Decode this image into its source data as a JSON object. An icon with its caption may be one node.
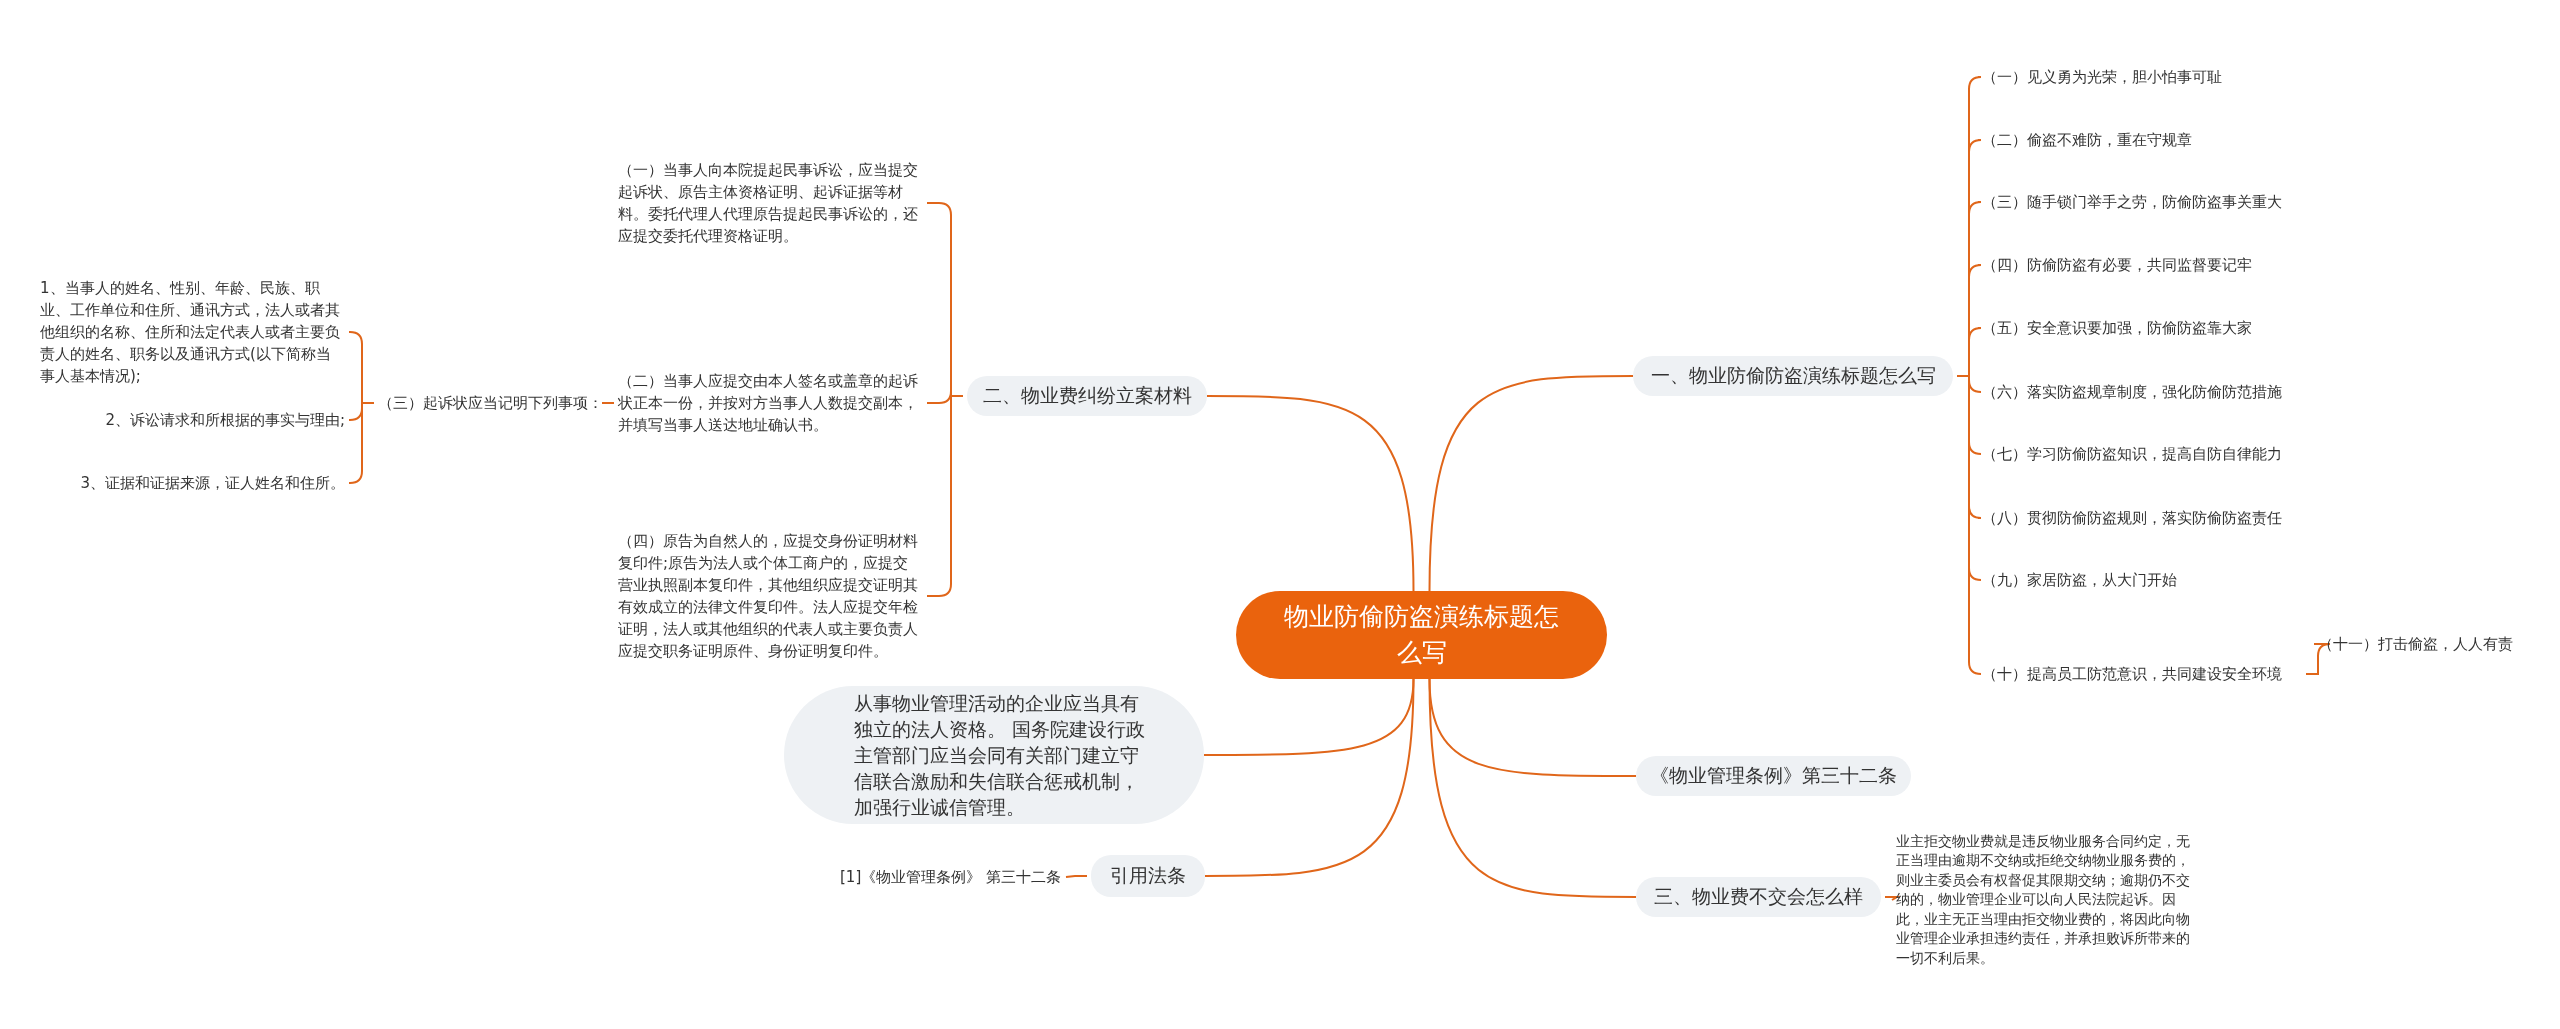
{
  "diagram": {
    "nodes": [
      {
        "text": [
          "物业防偷防盗演练标题怎么写"
        ]
      },
      {
        "text": [
          "一、物业防偷防盗演练标题怎么写"
        ]
      },
      {
        "text": [
          "（一）见义勇为光荣，胆小怕事可耻"
        ]
      },
      {
        "text": [
          "（二）偷盗不难防，重在守规章"
        ]
      },
      {
        "text": [
          "（三）随手锁门举手之劳，防偷防盗事关重大"
        ]
      },
      {
        "text": [
          "（四）防偷防盗有必要，共同监督要记牢"
        ]
      },
      {
        "text": [
          "（五）安全意识要加强，防偷防盗靠大家"
        ]
      },
      {
        "text": [
          "（六）落实防盗规章制度，强化防偷防范措施"
        ]
      },
      {
        "text": [
          "（七）学习防偷防盗知识，提高自防自律能力"
        ]
      },
      {
        "text": [
          "（八）贯彻防偷防盗规则，落实防偷防盗责任"
        ]
      },
      {
        "text": [
          "（九）家居防盗，从大门开始"
        ]
      },
      {
        "text": [
          "（十）提高员工防范意识，共同建设安全环境"
        ]
      },
      {
        "text": [
          "（十一）打击偷盗，人人有责"
        ]
      },
      {
        "text": [
          "《物业管理条例》第三十二条"
        ]
      },
      {
        "text": [
          "三、物业费不交会怎么样"
        ]
      },
      {
        "text": [
          "业主拒交物业费就是违反物业服务合同约定，无正当理由逾期不交纳或拒绝交纳物业服务费的，则业主委员会有权督促其限期交纳；逾期仍不交纳的，物业管理企业可以向人民法院起诉。因此，业主无正当理由拒交物业费的，将因此向物业管理企业承担违约责任，并承担败诉所带来的一切不利后果。"
        ]
      },
      {
        "text": [
          "二、物业费纠纷立案材料"
        ]
      },
      {
        "text": [
          "（一）当事人向本院提起民事诉讼，应当提交起诉状、原告主体资格证明、起诉证据等材料。委托代理人代理原告提起民事诉讼的，还应提交委托代理资格证明。"
        ]
      },
      {
        "text": [
          "（二）当事人应提交由本人签名或盖章的起诉状正本一份，并按对方当事人人数提交副本，并填写当事人送达地址确认书。"
        ]
      },
      {
        "text": [
          "（四）原告为自然人的，应提交身份证明材料复印件;原告为法人或个体工商户的，应提交营业执照副本复印件，其他组织应提交证明其有效成立的法律文件复印件。法人应提交年检证明，法人或其他组织的代表人或主要负责人应提交职务证明原件、身份证明复印件。"
        ]
      },
      {
        "text": [
          "（三）起诉状应当记明下列事项："
        ]
      },
      {
        "text": [
          "1、当事人的姓名、性别、年龄、民族、职业、工作单位和住所、通讯方式，法人或者其他组织的名称、住所和法定代表人或者主要负责人的姓名、职务以及通讯方式(以下简称当事人基本情况);"
        ]
      },
      {
        "text": [
          "2、诉讼请求和所根据的事实与理由;"
        ]
      },
      {
        "text": [
          "3、证据和证据来源，证人姓名和住所。"
        ]
      },
      {
        "text": [
          "从事物业管理活动的企业应当具有独立的法人资格。 国务院建设行政主管部门应当会同有关部门建立守信联合激励和失信联合惩戒机制，加强行业诚信管理。"
        ]
      },
      {
        "text": [
          "引用法条"
        ]
      },
      {
        "text": [
          "[1]《物业管理条例》 第三十二条"
        ]
      }
    ],
    "edges": [
      {
        "from": 0,
        "to": 1,
        "arrow": "none"
      },
      {
        "from": 1,
        "to": 2,
        "arrow": "none"
      },
      {
        "from": 1,
        "to": 3,
        "arrow": "none"
      },
      {
        "from": 1,
        "to": 4,
        "arrow": "none"
      },
      {
        "from": 1,
        "to": 5,
        "arrow": "none"
      },
      {
        "from": 1,
        "to": 6,
        "arrow": "none"
      },
      {
        "from": 1,
        "to": 7,
        "arrow": "none"
      },
      {
        "from": 1,
        "to": 8,
        "arrow": "none"
      },
      {
        "from": 1,
        "to": 9,
        "arrow": "none"
      },
      {
        "from": 1,
        "to": 10,
        "arrow": "none"
      },
      {
        "from": 1,
        "to": 11,
        "arrow": "none"
      },
      {
        "from": 11,
        "to": 12,
        "arrow": "none"
      },
      {
        "from": 0,
        "to": 13,
        "arrow": "none"
      },
      {
        "from": 0,
        "to": 14,
        "arrow": "none"
      },
      {
        "from": 14,
        "to": 15,
        "arrow": "none"
      },
      {
        "from": 0,
        "to": 16,
        "arrow": "none"
      },
      {
        "from": 16,
        "to": 17,
        "arrow": "none"
      },
      {
        "from": 16,
        "to": 18,
        "arrow": "none"
      },
      {
        "from": 16,
        "to": 19,
        "arrow": "none"
      },
      {
        "from": 18,
        "to": 20,
        "arrow": "none"
      },
      {
        "from": 20,
        "to": 21,
        "arrow": "none"
      },
      {
        "from": 20,
        "to": 22,
        "arrow": "none"
      },
      {
        "from": 20,
        "to": 23,
        "arrow": "none"
      },
      {
        "from": 0,
        "to": 24,
        "arrow": "none"
      },
      {
        "from": 0,
        "to": 25,
        "arrow": "none"
      },
      {
        "from": 25,
        "to": 26,
        "arrow": "none"
      }
    ]
  }
}
